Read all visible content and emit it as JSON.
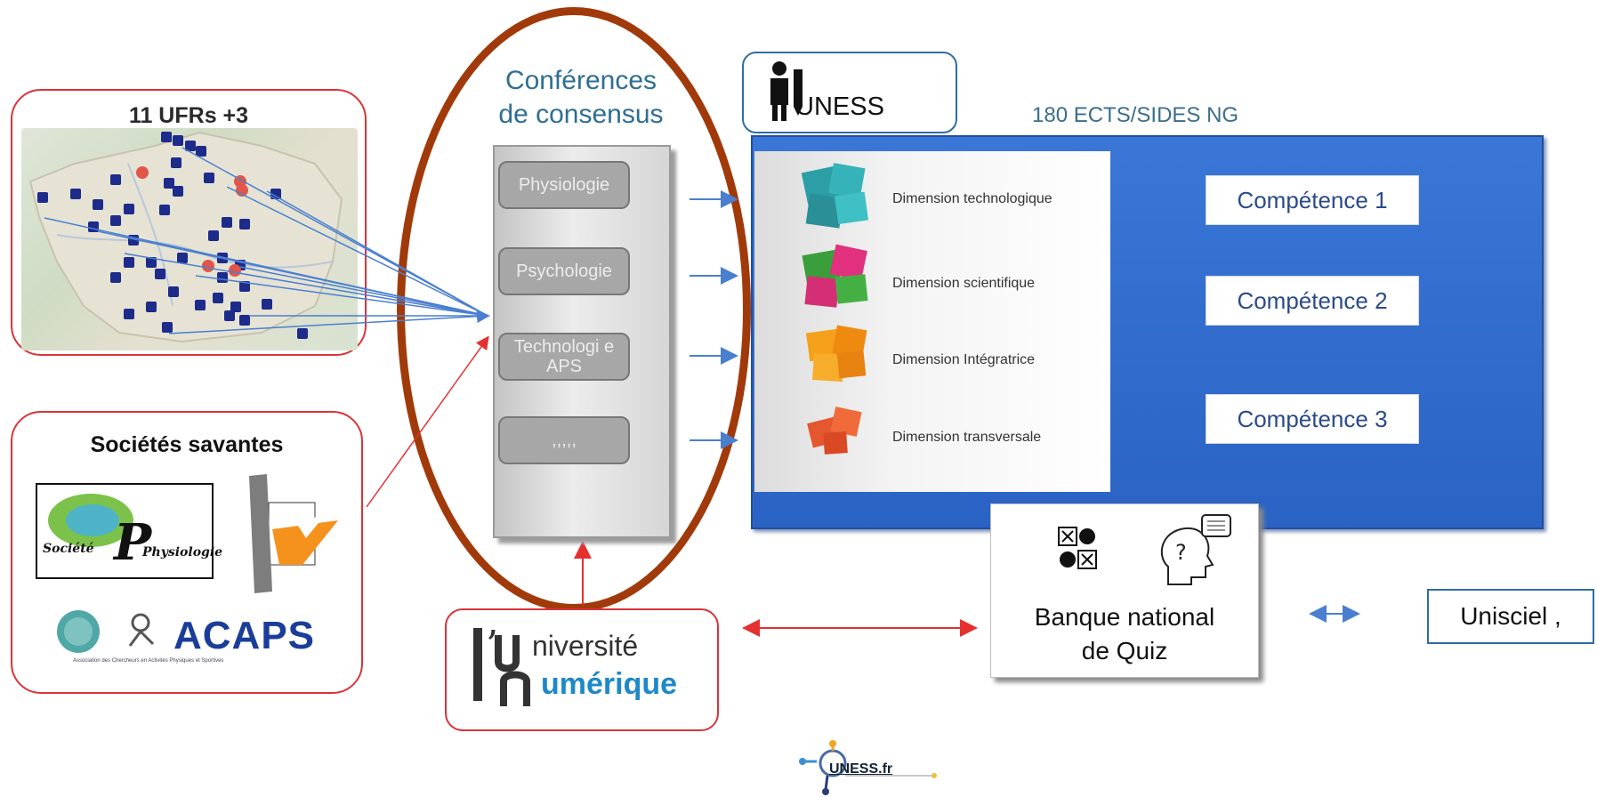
{
  "ufr_box": {
    "title": "11 UFRs +3"
  },
  "societes": {
    "title": "Sociétés savantes",
    "sfp_logo_text": [
      "Société",
      "Physiologie"
    ],
    "acaps_label": "ACAPS",
    "acaps_subtitle": "Association des Chercheurs en Activités Physiques et Sportives"
  },
  "consensus": {
    "title_line1": "Conférences",
    "title_line2": "de consensus",
    "items": [
      {
        "label": "Physiologie"
      },
      {
        "label": "Psychologie"
      },
      {
        "label": "Technologi e APS"
      },
      {
        "label": ",,,,,"
      }
    ]
  },
  "uness": {
    "label": "UNESS",
    "ects_title": "180 ECTS/SIDES NG",
    "footer_logo": "UNESS.fr"
  },
  "dimensions": [
    {
      "label": "Dimension technologique",
      "color": "#33aab0"
    },
    {
      "label": "Dimension scientifique",
      "color": "#e0307e"
    },
    {
      "label": "Dimension Intégratrice",
      "color": "#f28a12"
    },
    {
      "label": "Dimension transversale",
      "color": "#e5572e"
    }
  ],
  "competences": [
    {
      "label": "Compétence 1"
    },
    {
      "label": "Compétence 2"
    },
    {
      "label": "Compétence 3"
    }
  ],
  "banque": {
    "line1": "Banque national",
    "line2": "de Quiz"
  },
  "unisciel": {
    "label": "Unisciel ,"
  },
  "universite_numerique": {
    "line1": "niversité",
    "line2": "umérique"
  },
  "colors": {
    "red_accent": "#d9343a",
    "ring": "#a13a0a",
    "blue_panel": "#2f6dd0",
    "arrow_blue": "#4a7fd0",
    "arrow_green": "#8fd47a"
  }
}
